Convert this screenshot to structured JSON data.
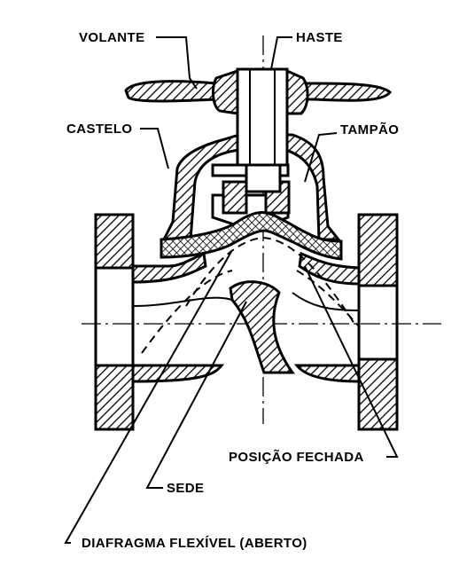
{
  "labels": {
    "volante": "VOLANTE",
    "haste": "HASTE",
    "castelo": "CASTELO",
    "tampao": "TAMPÃO",
    "posicao_fechada": "POSIÇÃO FECHADA",
    "sede": "SEDE",
    "diafragma": "DIAFRAGMA FLEXÍVEL (ABERTO)"
  },
  "colors": {
    "ink": "#000000",
    "paper": "#ffffff"
  }
}
